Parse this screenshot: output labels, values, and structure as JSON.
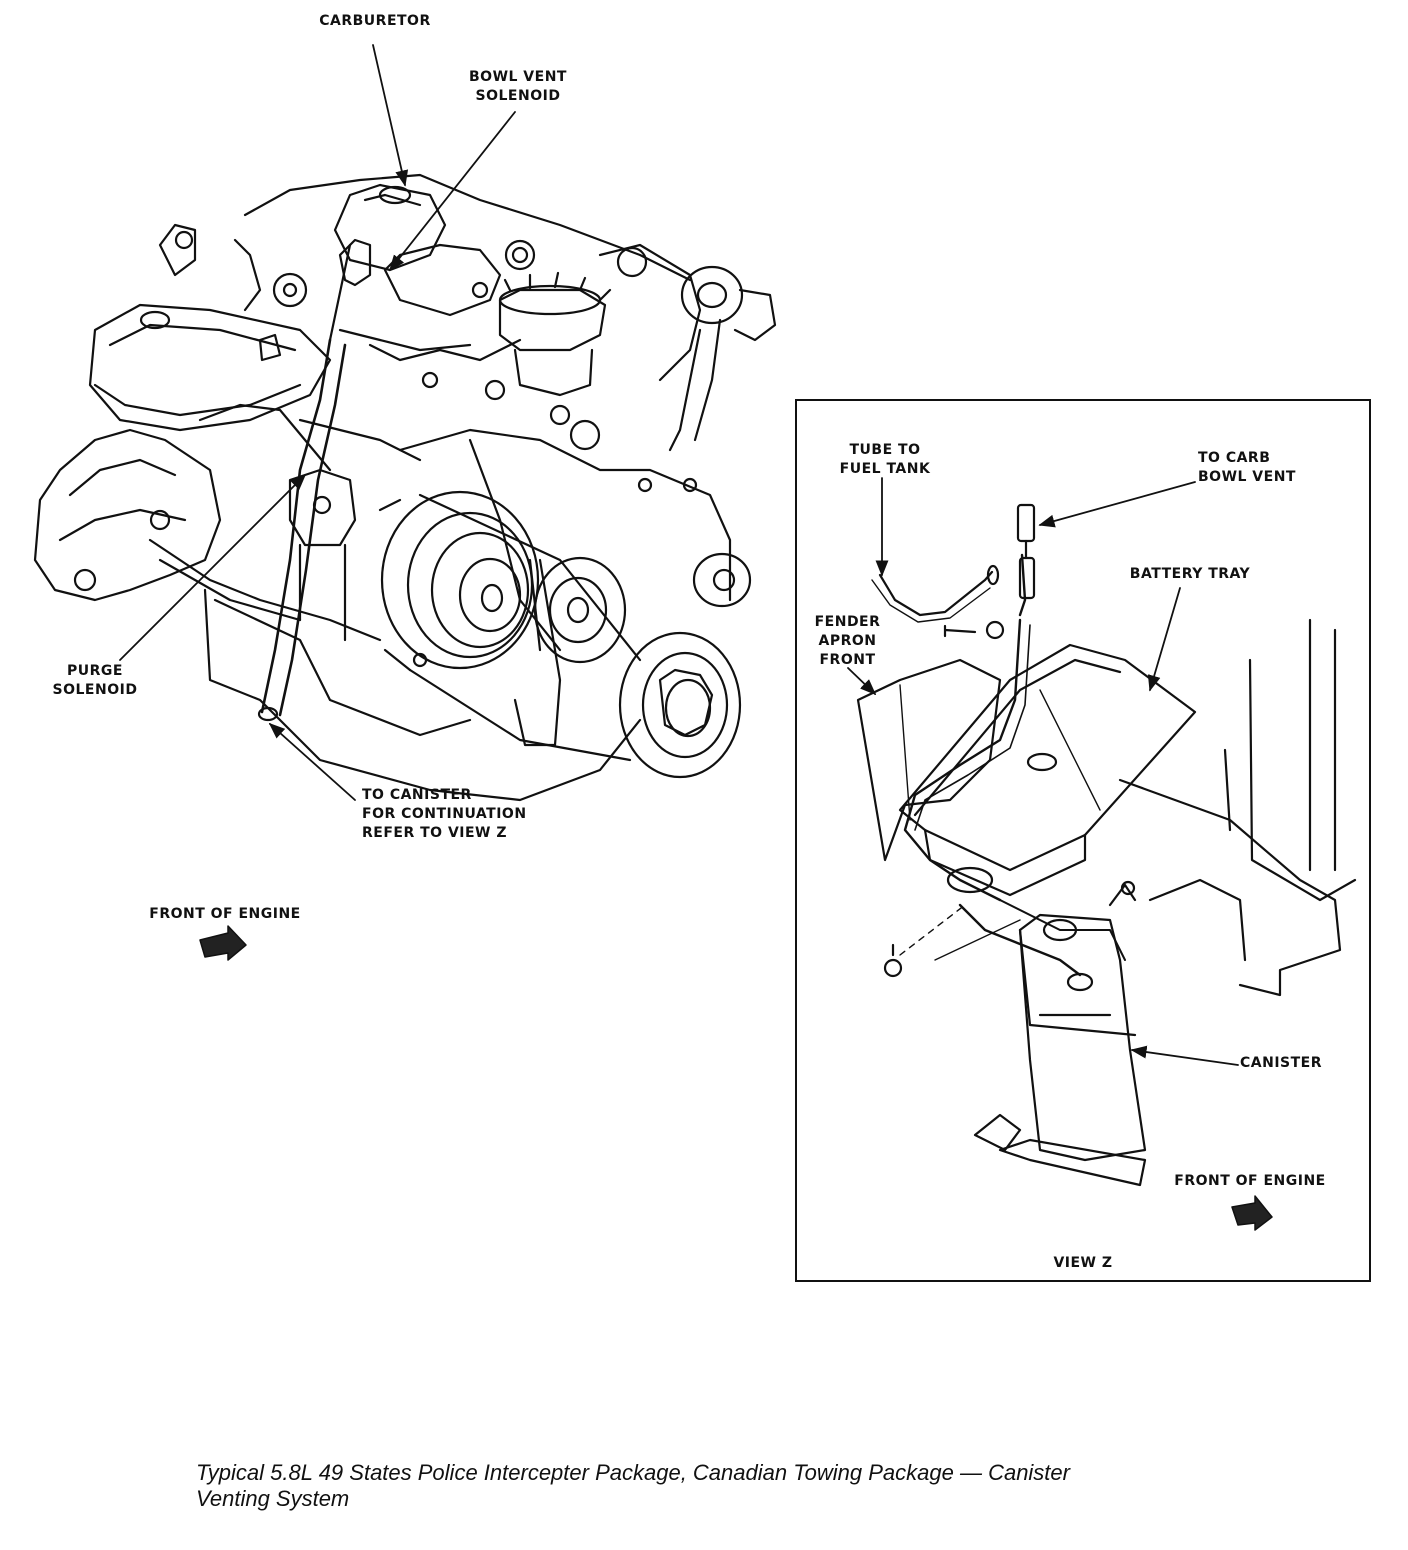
{
  "labels": {
    "carburetor": "CARBURETOR",
    "bowl_vent_solenoid": [
      "BOWL VENT",
      "SOLENOID"
    ],
    "purge_solenoid": [
      "PURGE",
      "SOLENOID"
    ],
    "to_canister": [
      "TO CANISTER",
      "FOR CONTINUATION",
      "REFER TO VIEW Z"
    ],
    "front_of_engine_main": "FRONT OF ENGINE"
  },
  "view_z": {
    "tube_to_fuel_tank": [
      "TUBE TO",
      "FUEL TANK"
    ],
    "to_carb_bowl_vent": [
      "TO CARB",
      "BOWL VENT"
    ],
    "battery_tray": "BATTERY TRAY",
    "fender_apron_front": [
      "FENDER",
      "APRON",
      "FRONT"
    ],
    "canister": "CANISTER",
    "front_of_engine": "FRONT OF ENGINE",
    "title": "VIEW Z"
  },
  "caption": [
    "Typical 5.8L 49 States Police Intercepter Package, Canadian Towing Package — Canister",
    "Venting System"
  ]
}
